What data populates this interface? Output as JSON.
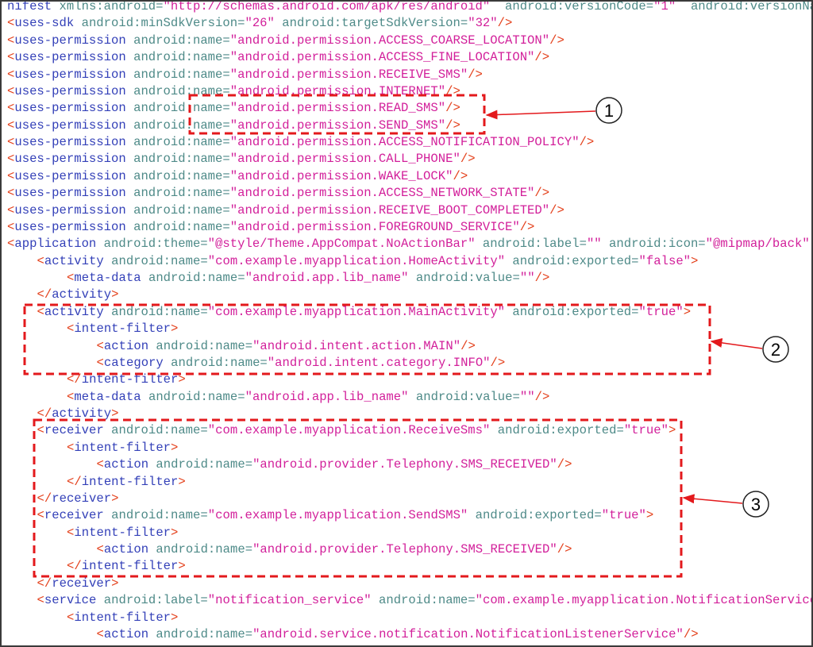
{
  "code_lines": [
    {
      "indent": 0,
      "tokens": [
        {
          "c": "g",
          "t": "nifest "
        },
        {
          "c": "a",
          "t": "xmlns:android="
        },
        {
          "c": "s",
          "t": "\"http://schemas.android.com/apk/res/android\""
        },
        {
          "c": "a",
          "t": "  android:versionCode="
        },
        {
          "c": "s",
          "t": "\"1\""
        },
        {
          "c": "a",
          "t": "  android:versionName="
        }
      ]
    },
    {
      "indent": 0,
      "tokens": [
        {
          "c": "b",
          "t": "<"
        },
        {
          "c": "g",
          "t": "uses-sdk "
        },
        {
          "c": "a",
          "t": "android:minSdkVersion="
        },
        {
          "c": "s",
          "t": "\"26\""
        },
        {
          "c": "a",
          "t": " android:targetSdkVersion="
        },
        {
          "c": "s",
          "t": "\"32\""
        },
        {
          "c": "b",
          "t": "/>"
        }
      ]
    },
    {
      "indent": 0,
      "tokens": [
        {
          "c": "b",
          "t": "<"
        },
        {
          "c": "g",
          "t": "uses-permission "
        },
        {
          "c": "a",
          "t": "android:name="
        },
        {
          "c": "s",
          "t": "\"android.permission.ACCESS_COARSE_LOCATION\""
        },
        {
          "c": "b",
          "t": "/>"
        }
      ]
    },
    {
      "indent": 0,
      "tokens": [
        {
          "c": "b",
          "t": "<"
        },
        {
          "c": "g",
          "t": "uses-permission "
        },
        {
          "c": "a",
          "t": "android:name="
        },
        {
          "c": "s",
          "t": "\"android.permission.ACCESS_FINE_LOCATION\""
        },
        {
          "c": "b",
          "t": "/>"
        }
      ]
    },
    {
      "indent": 0,
      "tokens": [
        {
          "c": "b",
          "t": "<"
        },
        {
          "c": "g",
          "t": "uses-permission "
        },
        {
          "c": "a",
          "t": "android:name="
        },
        {
          "c": "s",
          "t": "\"android.permission.RECEIVE_SMS\""
        },
        {
          "c": "b",
          "t": "/>"
        }
      ]
    },
    {
      "indent": 0,
      "tokens": [
        {
          "c": "b",
          "t": "<"
        },
        {
          "c": "g",
          "t": "uses-permission "
        },
        {
          "c": "a",
          "t": "android:name="
        },
        {
          "c": "s",
          "t": "\"android.permission.INTERNET\""
        },
        {
          "c": "b",
          "t": "/>"
        }
      ]
    },
    {
      "indent": 0,
      "tokens": [
        {
          "c": "b",
          "t": "<"
        },
        {
          "c": "g",
          "t": "uses-permission "
        },
        {
          "c": "a",
          "t": "android:name="
        },
        {
          "c": "s",
          "t": "\"android.permission.READ_SMS\""
        },
        {
          "c": "b",
          "t": "/>"
        }
      ]
    },
    {
      "indent": 0,
      "tokens": [
        {
          "c": "b",
          "t": "<"
        },
        {
          "c": "g",
          "t": "uses-permission "
        },
        {
          "c": "a",
          "t": "android:name="
        },
        {
          "c": "s",
          "t": "\"android.permission.SEND_SMS\""
        },
        {
          "c": "b",
          "t": "/>"
        }
      ]
    },
    {
      "indent": 0,
      "tokens": [
        {
          "c": "b",
          "t": "<"
        },
        {
          "c": "g",
          "t": "uses-permission "
        },
        {
          "c": "a",
          "t": "android:name="
        },
        {
          "c": "s",
          "t": "\"android.permission.ACCESS_NOTIFICATION_POLICY\""
        },
        {
          "c": "b",
          "t": "/>"
        }
      ]
    },
    {
      "indent": 0,
      "tokens": [
        {
          "c": "b",
          "t": "<"
        },
        {
          "c": "g",
          "t": "uses-permission "
        },
        {
          "c": "a",
          "t": "android:name="
        },
        {
          "c": "s",
          "t": "\"android.permission.CALL_PHONE\""
        },
        {
          "c": "b",
          "t": "/>"
        }
      ]
    },
    {
      "indent": 0,
      "tokens": [
        {
          "c": "b",
          "t": "<"
        },
        {
          "c": "g",
          "t": "uses-permission "
        },
        {
          "c": "a",
          "t": "android:name="
        },
        {
          "c": "s",
          "t": "\"android.permission.WAKE_LOCK\""
        },
        {
          "c": "b",
          "t": "/>"
        }
      ]
    },
    {
      "indent": 0,
      "tokens": [
        {
          "c": "b",
          "t": "<"
        },
        {
          "c": "g",
          "t": "uses-permission "
        },
        {
          "c": "a",
          "t": "android:name="
        },
        {
          "c": "s",
          "t": "\"android.permission.ACCESS_NETWORK_STATE\""
        },
        {
          "c": "b",
          "t": "/>"
        }
      ]
    },
    {
      "indent": 0,
      "tokens": [
        {
          "c": "b",
          "t": "<"
        },
        {
          "c": "g",
          "t": "uses-permission "
        },
        {
          "c": "a",
          "t": "android:name="
        },
        {
          "c": "s",
          "t": "\"android.permission.RECEIVE_BOOT_COMPLETED\""
        },
        {
          "c": "b",
          "t": "/>"
        }
      ]
    },
    {
      "indent": 0,
      "tokens": [
        {
          "c": "b",
          "t": "<"
        },
        {
          "c": "g",
          "t": "uses-permission "
        },
        {
          "c": "a",
          "t": "android:name="
        },
        {
          "c": "s",
          "t": "\"android.permission.FOREGROUND_SERVICE\""
        },
        {
          "c": "b",
          "t": "/>"
        }
      ]
    },
    {
      "indent": 0,
      "tokens": [
        {
          "c": "b",
          "t": "<"
        },
        {
          "c": "g",
          "t": "application "
        },
        {
          "c": "a",
          "t": "android:theme="
        },
        {
          "c": "s",
          "t": "\"@style/Theme.AppCompat.NoActionBar\""
        },
        {
          "c": "a",
          "t": " android:label="
        },
        {
          "c": "s",
          "t": "\"\""
        },
        {
          "c": "a",
          "t": " android:icon="
        },
        {
          "c": "s",
          "t": "\"@mipmap/back\""
        }
      ]
    },
    {
      "indent": 4,
      "tokens": [
        {
          "c": "b",
          "t": "<"
        },
        {
          "c": "g",
          "t": "activity "
        },
        {
          "c": "a",
          "t": "android:name="
        },
        {
          "c": "s",
          "t": "\"com.example.myapplication.HomeActivity\""
        },
        {
          "c": "a",
          "t": " android:exported="
        },
        {
          "c": "s",
          "t": "\"false\""
        },
        {
          "c": "b",
          "t": ">"
        }
      ]
    },
    {
      "indent": 8,
      "tokens": [
        {
          "c": "b",
          "t": "<"
        },
        {
          "c": "g",
          "t": "meta-data "
        },
        {
          "c": "a",
          "t": "android:name="
        },
        {
          "c": "s",
          "t": "\"android.app.lib_name\""
        },
        {
          "c": "a",
          "t": " android:value="
        },
        {
          "c": "s",
          "t": "\"\""
        },
        {
          "c": "b",
          "t": "/>"
        }
      ]
    },
    {
      "indent": 4,
      "tokens": [
        {
          "c": "b",
          "t": "</"
        },
        {
          "c": "g",
          "t": "activity"
        },
        {
          "c": "b",
          "t": ">"
        }
      ]
    },
    {
      "indent": 4,
      "tokens": [
        {
          "c": "b",
          "t": "<"
        },
        {
          "c": "g",
          "t": "activity "
        },
        {
          "c": "a",
          "t": "android:name="
        },
        {
          "c": "s",
          "t": "\"com.example.myapplication.MainActivity\""
        },
        {
          "c": "a",
          "t": " android:exported="
        },
        {
          "c": "s",
          "t": "\"true\""
        },
        {
          "c": "b",
          "t": ">"
        }
      ]
    },
    {
      "indent": 8,
      "tokens": [
        {
          "c": "b",
          "t": "<"
        },
        {
          "c": "g",
          "t": "intent-filter"
        },
        {
          "c": "b",
          "t": ">"
        }
      ]
    },
    {
      "indent": 12,
      "tokens": [
        {
          "c": "b",
          "t": "<"
        },
        {
          "c": "g",
          "t": "action "
        },
        {
          "c": "a",
          "t": "android:name="
        },
        {
          "c": "s",
          "t": "\"android.intent.action.MAIN\""
        },
        {
          "c": "b",
          "t": "/>"
        }
      ]
    },
    {
      "indent": 12,
      "tokens": [
        {
          "c": "b",
          "t": "<"
        },
        {
          "c": "g",
          "t": "category "
        },
        {
          "c": "a",
          "t": "android:name="
        },
        {
          "c": "s",
          "t": "\"android.intent.category.INFO\""
        },
        {
          "c": "b",
          "t": "/>"
        }
      ]
    },
    {
      "indent": 8,
      "tokens": [
        {
          "c": "b",
          "t": "</"
        },
        {
          "c": "g",
          "t": "intent-filter"
        },
        {
          "c": "b",
          "t": ">"
        }
      ]
    },
    {
      "indent": 8,
      "tokens": [
        {
          "c": "b",
          "t": "<"
        },
        {
          "c": "g",
          "t": "meta-data "
        },
        {
          "c": "a",
          "t": "android:name="
        },
        {
          "c": "s",
          "t": "\"android.app.lib_name\""
        },
        {
          "c": "a",
          "t": " android:value="
        },
        {
          "c": "s",
          "t": "\"\""
        },
        {
          "c": "b",
          "t": "/>"
        }
      ]
    },
    {
      "indent": 4,
      "tokens": [
        {
          "c": "b",
          "t": "</"
        },
        {
          "c": "g",
          "t": "activity"
        },
        {
          "c": "b",
          "t": ">"
        }
      ]
    },
    {
      "indent": 4,
      "tokens": [
        {
          "c": "b",
          "t": "<"
        },
        {
          "c": "g",
          "t": "receiver "
        },
        {
          "c": "a",
          "t": "android:name="
        },
        {
          "c": "s",
          "t": "\"com.example.myapplication.ReceiveSms\""
        },
        {
          "c": "a",
          "t": " android:exported="
        },
        {
          "c": "s",
          "t": "\"true\""
        },
        {
          "c": "b",
          "t": ">"
        }
      ]
    },
    {
      "indent": 8,
      "tokens": [
        {
          "c": "b",
          "t": "<"
        },
        {
          "c": "g",
          "t": "intent-filter"
        },
        {
          "c": "b",
          "t": ">"
        }
      ]
    },
    {
      "indent": 12,
      "tokens": [
        {
          "c": "b",
          "t": "<"
        },
        {
          "c": "g",
          "t": "action "
        },
        {
          "c": "a",
          "t": "android:name="
        },
        {
          "c": "s",
          "t": "\"android.provider.Telephony.SMS_RECEIVED\""
        },
        {
          "c": "b",
          "t": "/>"
        }
      ]
    },
    {
      "indent": 8,
      "tokens": [
        {
          "c": "b",
          "t": "</"
        },
        {
          "c": "g",
          "t": "intent-filter"
        },
        {
          "c": "b",
          "t": ">"
        }
      ]
    },
    {
      "indent": 4,
      "tokens": [
        {
          "c": "b",
          "t": "</"
        },
        {
          "c": "g",
          "t": "receiver"
        },
        {
          "c": "b",
          "t": ">"
        }
      ]
    },
    {
      "indent": 4,
      "tokens": [
        {
          "c": "b",
          "t": "<"
        },
        {
          "c": "g",
          "t": "receiver "
        },
        {
          "c": "a",
          "t": "android:name="
        },
        {
          "c": "s",
          "t": "\"com.example.myapplication.SendSMS\""
        },
        {
          "c": "a",
          "t": " android:exported="
        },
        {
          "c": "s",
          "t": "\"true\""
        },
        {
          "c": "b",
          "t": ">"
        }
      ]
    },
    {
      "indent": 8,
      "tokens": [
        {
          "c": "b",
          "t": "<"
        },
        {
          "c": "g",
          "t": "intent-filter"
        },
        {
          "c": "b",
          "t": ">"
        }
      ]
    },
    {
      "indent": 12,
      "tokens": [
        {
          "c": "b",
          "t": "<"
        },
        {
          "c": "g",
          "t": "action "
        },
        {
          "c": "a",
          "t": "android:name="
        },
        {
          "c": "s",
          "t": "\"android.provider.Telephony.SMS_RECEIVED\""
        },
        {
          "c": "b",
          "t": "/>"
        }
      ]
    },
    {
      "indent": 8,
      "tokens": [
        {
          "c": "b",
          "t": "</"
        },
        {
          "c": "g",
          "t": "intent-filter"
        },
        {
          "c": "b",
          "t": ">"
        }
      ]
    },
    {
      "indent": 4,
      "tokens": [
        {
          "c": "b",
          "t": "</"
        },
        {
          "c": "g",
          "t": "receiver"
        },
        {
          "c": "b",
          "t": ">"
        }
      ]
    },
    {
      "indent": 4,
      "tokens": [
        {
          "c": "b",
          "t": "<"
        },
        {
          "c": "g",
          "t": "service "
        },
        {
          "c": "a",
          "t": "android:label="
        },
        {
          "c": "s",
          "t": "\"notification_service\""
        },
        {
          "c": "a",
          "t": " android:name="
        },
        {
          "c": "s",
          "t": "\"com.example.myapplication.NotificationService"
        }
      ]
    },
    {
      "indent": 8,
      "tokens": [
        {
          "c": "b",
          "t": "<"
        },
        {
          "c": "g",
          "t": "intent-filter"
        },
        {
          "c": "b",
          "t": ">"
        }
      ]
    },
    {
      "indent": 12,
      "tokens": [
        {
          "c": "b",
          "t": "<"
        },
        {
          "c": "g",
          "t": "action "
        },
        {
          "c": "a",
          "t": "android:name="
        },
        {
          "c": "s",
          "t": "\"android.service.notification.NotificationListenerService\""
        },
        {
          "c": "b",
          "t": "/>"
        }
      ]
    }
  ],
  "annotations": {
    "color": "#e3191c",
    "labels": [
      "1",
      "2",
      "3"
    ]
  }
}
